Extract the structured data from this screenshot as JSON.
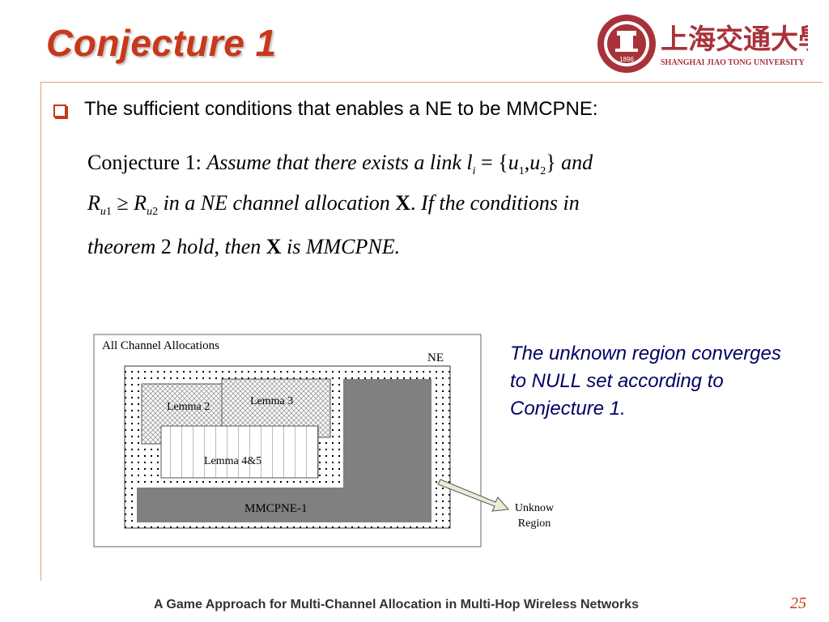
{
  "slide": {
    "title": "Conjecture 1",
    "bullet": "The sufficient conditions that enables a NE to be MMCPNE:",
    "footer": "A Game Approach for Multi-Channel Allocation in Multi-Hop Wireless Networks",
    "page_number": "25"
  },
  "logo": {
    "chinese_name": "上海交通大學",
    "english_name": "SHANGHAI JIAO TONG UNIVERSITY",
    "year": "1896"
  },
  "conjecture": {
    "label": "Conjecture",
    "number": "1:",
    "line1_text": "Assume that there exists a link",
    "link_var": "l",
    "link_sub": "i",
    "set_open": "= {",
    "u": "u",
    "sub1": "1",
    "comma": ",",
    "sub2": "2",
    "set_close": "}",
    "and": "and",
    "r": "R",
    "geq": "≥",
    "line2_text": "in a NE channel allocation",
    "x": "X",
    "period": ".",
    "if": "If",
    "line2_tail": "the conditions in",
    "line3_a": "theorem",
    "line3_num": "2",
    "line3_b": "hold",
    "line3_comma": ",",
    "line3_then": "then",
    "line3_tail": "is MMCPNE."
  },
  "diagram": {
    "outer_label": "All Channel Allocations",
    "ne_label": "NE",
    "lemma2": "Lemma 2",
    "lemma3": "Lemma 3",
    "lemma45": "Lemma 4&5",
    "mmcpne": "MMCPNE-1",
    "unknown_line1": "Unknow",
    "unknown_line2": "Region"
  },
  "note": "The unknown region converges to NULL set according to Conjecture 1.",
  "colors": {
    "accent": "#c8381a",
    "note": "#000066",
    "gray_region": "#808080"
  }
}
